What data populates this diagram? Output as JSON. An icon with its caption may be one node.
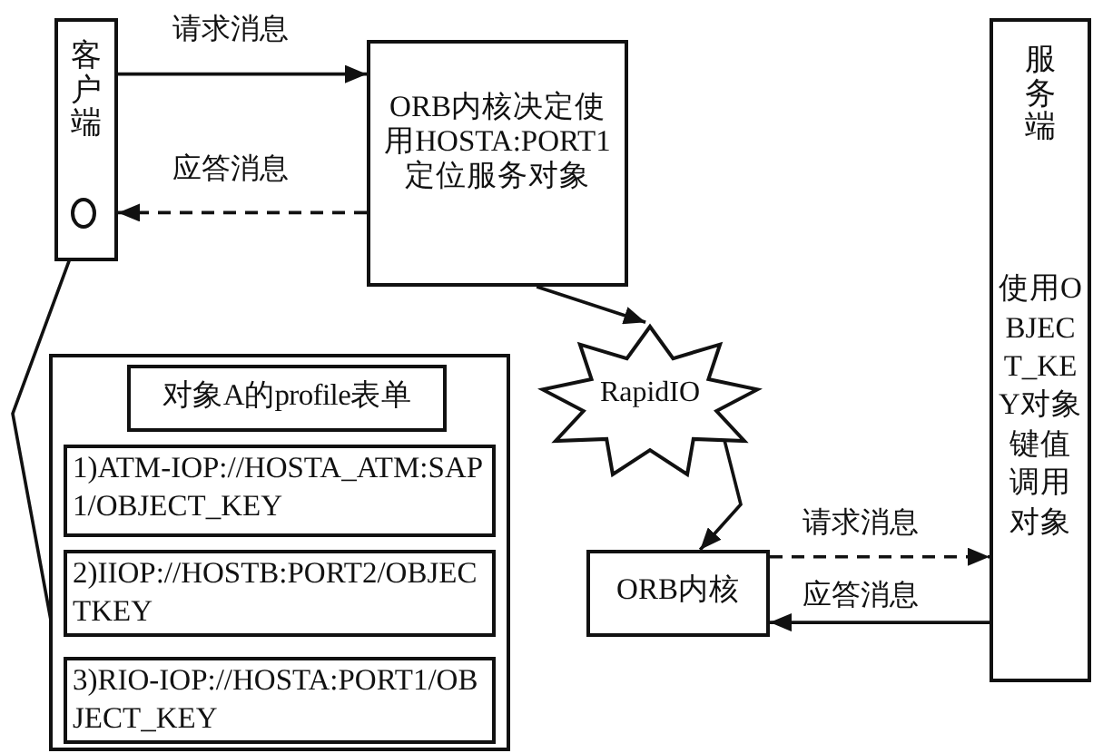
{
  "diagram": {
    "nodes": [
      {
        "text": [
          "客户端"
        ]
      },
      {
        "text": [],
        "shape": "circle",
        "in": 0
      },
      {
        "text": [
          "ORB内核决定使用HOSTA:PORT1定位服务对象"
        ]
      },
      {
        "text": [
          "服务端",
          "使用OBJECT_KEY对象键值调用对象"
        ]
      },
      {
        "text": [
          "RapidIO"
        ]
      },
      {
        "text": [
          "ORB内核"
        ]
      },
      {
        "text": [],
        "shape": "box"
      },
      {
        "text": [
          "对象A的profile表单"
        ],
        "in": 6
      },
      {
        "text": [
          "1)ATM-IOP://HOSTA_ATM:SAP1/OBJECT_KEY"
        ],
        "in": 6
      },
      {
        "text": [
          "2)IIOP://HOSTB:PORT2/OBJECTKEY"
        ],
        "in": 6
      },
      {
        "text": [
          "3)RIO-IOP://HOSTA:PORT1/OBJECT_KEY"
        ],
        "in": 6
      }
    ],
    "edges": [
      {
        "from": 0,
        "to": 2,
        "arrow": "to",
        "label": "请求消息"
      },
      {
        "from": 2,
        "to": 0,
        "arrow": "to",
        "label": "应答消息",
        "style": "dashed"
      },
      {
        "from": 2,
        "to": 4,
        "arrow": "to"
      },
      {
        "from": 4,
        "to": 5,
        "arrow": "to"
      },
      {
        "from": 5,
        "to": 3,
        "arrow": "to",
        "label": "请求消息",
        "style": "dashed"
      },
      {
        "from": 3,
        "to": 5,
        "arrow": "to",
        "label": "应答消息"
      },
      {
        "from": 1,
        "to": 10,
        "arrow": "to"
      }
    ]
  }
}
